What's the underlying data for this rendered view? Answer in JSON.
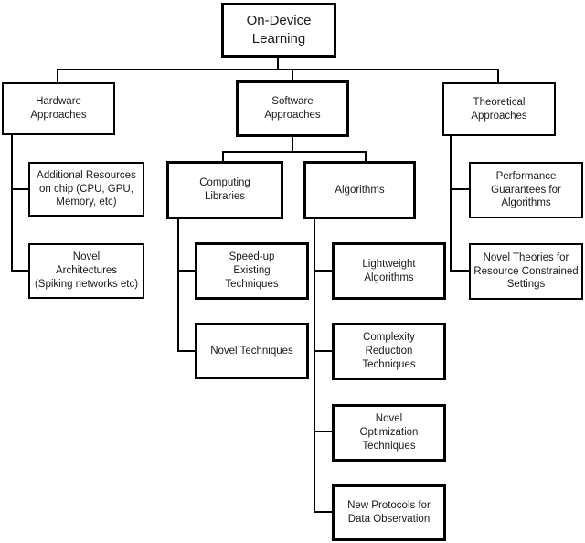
{
  "diagram_title": "On-Device Learning taxonomy",
  "colors": {
    "line": "#000000",
    "box_background": "#ffffff",
    "text": "#1a1a1a"
  },
  "nodes": {
    "root": {
      "label": "On-Device\nLearning"
    },
    "hardware": {
      "label": "Hardware\nApproaches"
    },
    "software": {
      "label": "Software\nApproaches"
    },
    "theoretical": {
      "label": "Theoretical\nApproaches"
    },
    "additional_resources": {
      "label": "Additional Resources\non chip (CPU, GPU,\nMemory, etc)"
    },
    "novel_architectures": {
      "label": "Novel\nArchitectures\n(Spiking networks etc)"
    },
    "computing_libraries": {
      "label": "Computing\nLibraries"
    },
    "algorithms": {
      "label": "Algorithms"
    },
    "performance_guarantees": {
      "label": "Performance\nGuarantees for\nAlgorithms"
    },
    "novel_theories": {
      "label": "Novel Theories for\nResource Constrained\nSettings"
    },
    "speed_up": {
      "label": "Speed-up\nExisting\nTechniques"
    },
    "novel_techniques": {
      "label": "Novel Techniques"
    },
    "lightweight": {
      "label": "Lightweight\nAlgorithms"
    },
    "complexity": {
      "label": "Complexity\nReduction\nTechniques"
    },
    "novel_optimization": {
      "label": "Novel\nOptimization\nTechniques"
    },
    "new_protocols": {
      "label": "New Protocols for\nData Observation"
    }
  },
  "edges": [
    [
      "root",
      "hardware"
    ],
    [
      "root",
      "software"
    ],
    [
      "root",
      "theoretical"
    ],
    [
      "hardware",
      "additional_resources"
    ],
    [
      "hardware",
      "novel_architectures"
    ],
    [
      "software",
      "computing_libraries"
    ],
    [
      "software",
      "algorithms"
    ],
    [
      "computing_libraries",
      "speed_up"
    ],
    [
      "computing_libraries",
      "novel_techniques"
    ],
    [
      "algorithms",
      "lightweight"
    ],
    [
      "algorithms",
      "complexity"
    ],
    [
      "algorithms",
      "novel_optimization"
    ],
    [
      "algorithms",
      "new_protocols"
    ],
    [
      "theoretical",
      "performance_guarantees"
    ],
    [
      "theoretical",
      "novel_theories"
    ]
  ]
}
